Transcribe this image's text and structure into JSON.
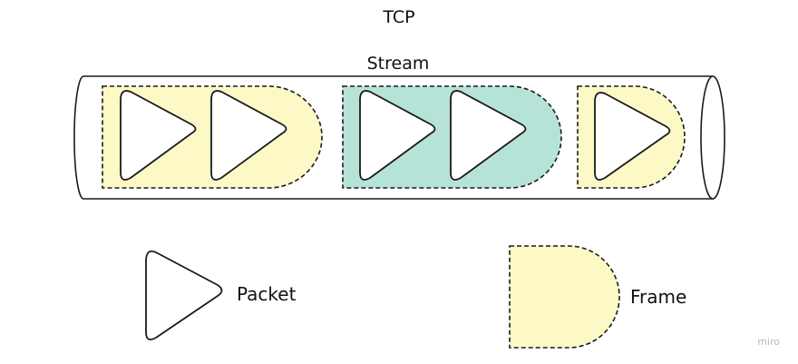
{
  "diagram": {
    "title": "TCP",
    "stream_label": "Stream",
    "legend": {
      "packet_label": "Packet",
      "frame_label": "Frame"
    },
    "watermark": "miro",
    "colors": {
      "frame_yellow": "#fdf9c6",
      "frame_teal": "#b6e3d8",
      "stroke": "#1a1a1a",
      "packet_fill": "#ffffff"
    }
  }
}
